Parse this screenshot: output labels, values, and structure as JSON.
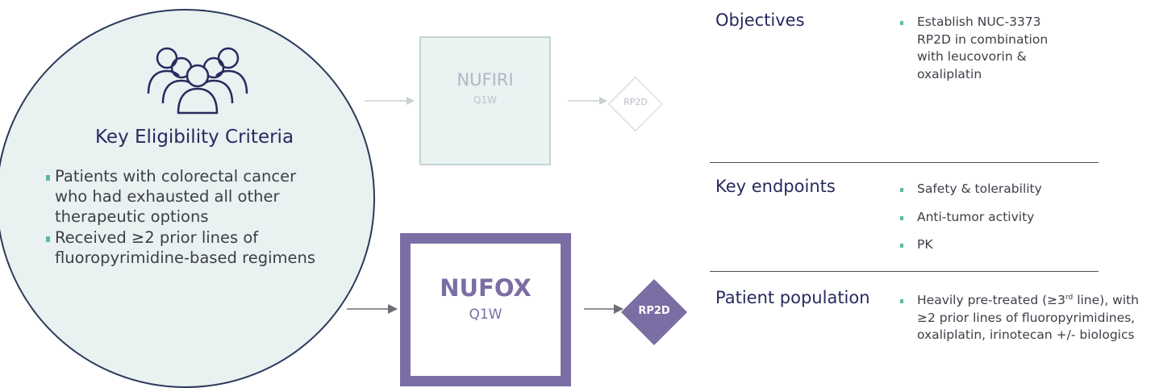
{
  "eligibility": {
    "title": "Key Eligibility Criteria",
    "criteria": [
      "Patients with colorectal cancer who had exhausted all other therapeutic options",
      "Received ≥2 prior lines of fluoropyrimidine-based regimens"
    ]
  },
  "arms": {
    "nufiri": {
      "name": "NUFIRI",
      "schedule": "Q1W",
      "outcome": "RP2D"
    },
    "nufox": {
      "name": "NUFOX",
      "schedule": "Q1W",
      "outcome": "RP2D"
    }
  },
  "details": {
    "objectives": {
      "title": "Objectives",
      "items": [
        "Establish NUC-3373 RP2D in combination with leucovorin & oxaliplatin"
      ]
    },
    "endpoints": {
      "title": "Key endpoints",
      "items": [
        "Safety & tolerability",
        "Anti-tumor activity",
        "PK"
      ]
    },
    "population": {
      "title": "Patient population",
      "item_prefix": "Heavily pre-treated (≥3",
      "item_sup": "rd",
      "item_rest": " line), with ≥2 prior lines of fluoropyrimidines, oxaliplatin, irinotecan +/- biologics"
    }
  },
  "colors": {
    "accent": "#7b6ea4",
    "navy": "#262b5e",
    "circle_fill": "#e9f1f1",
    "bullet": "#5fb8a4",
    "faded_box": "#eaf2f2"
  }
}
